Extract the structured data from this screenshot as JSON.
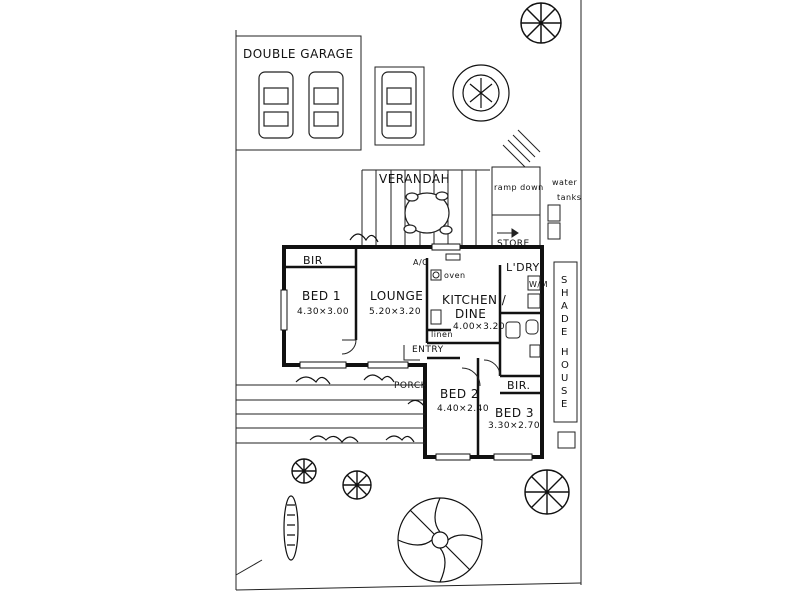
{
  "labels": {
    "garage": "DOUBLE GARAGE",
    "verandah": "VERANDAH",
    "rampdown": "ramp down",
    "watertanks_1": "water",
    "watertanks_2": "tanks",
    "store": "STORE",
    "bir_top": "BIR",
    "bed1": "BED 1",
    "bed1_dim": "4.30×3.00",
    "lounge": "LOUNGE",
    "lounge_dim": "5.20×3.20",
    "ac": "A/C",
    "oven": "oven",
    "kitchen_1": "KITCHEN /",
    "kitchen_2": "DINE",
    "kitchen_dim": "4.00×3.20",
    "linen": "linen",
    "laundry": "L'DRY",
    "entry": "ENTRY",
    "porch": "PORCH",
    "bed2": "BED 2",
    "bed2_dim": "4.40×2.40",
    "bir_bottom": "BIR.",
    "bed3": "BED 3",
    "bed3_dim": "3.30×2.70",
    "shadehouse": [
      "S",
      "H",
      "A",
      "D",
      "E",
      " ",
      "H",
      "O",
      "U",
      "S",
      "E"
    ],
    "wm": "W/M"
  }
}
